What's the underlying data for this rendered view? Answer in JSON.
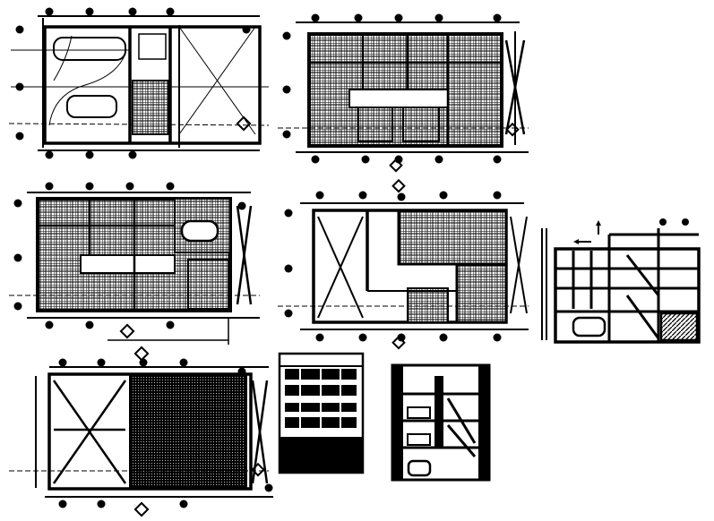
{
  "drawing": {
    "background": "#ffffff",
    "ink": "#000000",
    "panels": [
      {
        "id": "ground-floor-plan",
        "kind": "plan",
        "fixtures": [
          "car",
          "car"
        ]
      },
      {
        "id": "first-floor-plan",
        "kind": "plan",
        "fixtures": []
      },
      {
        "id": "second-floor-plan",
        "kind": "plan",
        "fixtures": [
          "bathtub"
        ]
      },
      {
        "id": "third-floor-plan",
        "kind": "plan",
        "fixtures": []
      },
      {
        "id": "side-section",
        "kind": "section",
        "fixtures": [
          "car"
        ]
      },
      {
        "id": "roof-plan",
        "kind": "plan",
        "fixtures": []
      },
      {
        "id": "front-elevation",
        "kind": "elevation",
        "fixtures": []
      },
      {
        "id": "rear-section",
        "kind": "section",
        "fixtures": [
          "car"
        ]
      }
    ]
  }
}
